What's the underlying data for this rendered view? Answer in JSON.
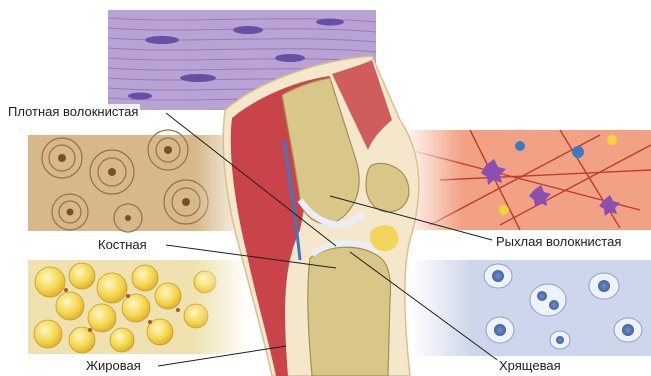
{
  "labels": {
    "dense_fibrous": "Плотная волокнистая",
    "bone": "Костная",
    "adipose": "Жировая",
    "loose_fibrous": "Рыхлая волокнистая",
    "cartilage": "Хрящевая"
  },
  "colors": {
    "dense_fibrous_tissue": "#b79fd0",
    "bone_tissue": "#c8a372",
    "adipose_tissue": "#f2d55a",
    "loose_fibrous_tissue": "#e87a5a",
    "cartilage_tissue": "#b9c7e2",
    "muscle": "#c8444a",
    "bone_section": "#d9c78a"
  }
}
